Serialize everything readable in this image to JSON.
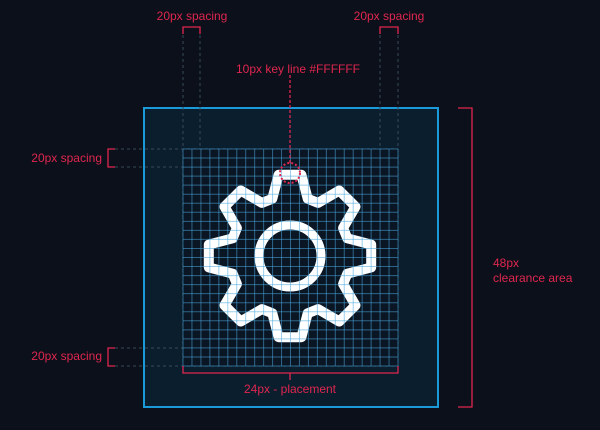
{
  "labels": {
    "top_left_spacing": "20px spacing",
    "top_right_spacing": "20px spacing",
    "key_line": "10px key line #FFFFFF",
    "left_top_spacing": "20px spacing",
    "left_bottom_spacing": "20px spacing",
    "clearance_size": "48px",
    "clearance_area": "clearance area",
    "placement": "24px - placement"
  },
  "icon": {
    "name": "gear-icon",
    "teeth": 8,
    "grid_cells": 24
  },
  "colors": {
    "background": "#0b101a",
    "clearance_fill": "#0a1e2e",
    "clearance_border": "#1a9ad9",
    "annotation": "#e0264f",
    "keyline": "#FFFFFF",
    "grid": "#4aa8dc"
  }
}
